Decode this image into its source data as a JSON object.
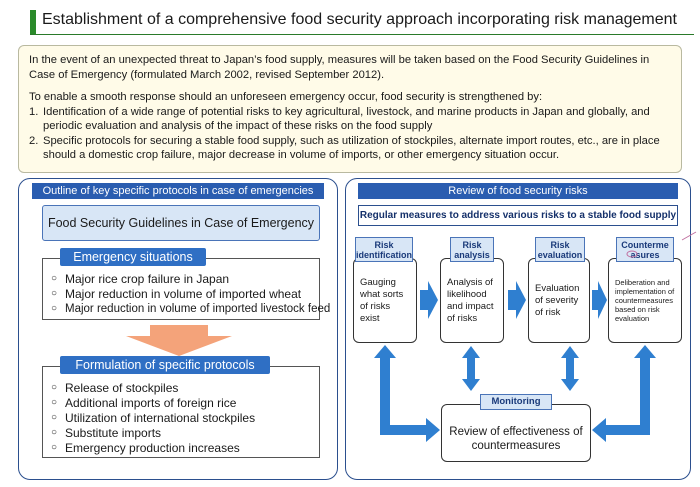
{
  "title": "Establishment of a comprehensive food security approach incorporating risk management",
  "intro": {
    "p1": "In the event of an unexpected threat to Japan’s food supply, measures will be taken based on the Food Security Guidelines in Case of Emergency (formulated March 2002, revised September 2012).",
    "p2": "To enable a smooth response should an unforeseen emergency occur, food security is strengthened by:",
    "items": [
      {
        "num": "1.",
        "text": "Identification of a wide range of potential risks to key agricultural, livestock, and marine products in Japan and globally, and periodic evaluation and analysis of the impact of these risks on the food supply"
      },
      {
        "num": "2.",
        "text": "Specific protocols for securing a stable food supply, such as utilization of stockpiles, alternate import routes, etc., are in place should a domestic crop failure, major decrease in volume of imports, or other emergency situation occur."
      }
    ]
  },
  "left_panel": {
    "header": "Outline of key specific protocols in case of emergencies",
    "guidelines_label": "Food Security Guidelines in Case of Emergency",
    "emergency_tab": "Emergency situations",
    "emergency_items": [
      "Major rice crop failure in Japan",
      "Major reduction in volume of imported wheat",
      "Major reduction in volume of imported livestock feed"
    ],
    "protocols_tab": "Formulation of specific protocols",
    "protocol_items": [
      "Release of stockpiles",
      "Additional imports of foreign rice",
      "Utilization of international stockpiles",
      "Substitute imports",
      "Emergency production increases"
    ],
    "bullet": "○"
  },
  "right_panel": {
    "header": "Review of food security risks",
    "subtitle": "Regular measures to address various risks to a stable food supply",
    "steps": [
      {
        "tab": "Risk identification",
        "text": "Gauging what sorts of risks exist"
      },
      {
        "tab": "Risk analysis",
        "text": "Analysis of likelihood and impact of risks"
      },
      {
        "tab": "Risk evaluation",
        "text": "Evaluation of severity of risk"
      },
      {
        "tab": "Counterme asures",
        "text": "Deliberation and implementation of countermeasures based on risk evaluation"
      }
    ],
    "monitoring_tab": "Monitoring",
    "monitoring_text": "Review of effectiveness of countermeasures"
  },
  "colors": {
    "accent_green": "#2a8a2a",
    "panel_blue": "#2a5db0",
    "arrow_blue": "#2f7fd0",
    "arrow_orange": "#f4a37a",
    "intro_bg": "#fffbe8"
  }
}
